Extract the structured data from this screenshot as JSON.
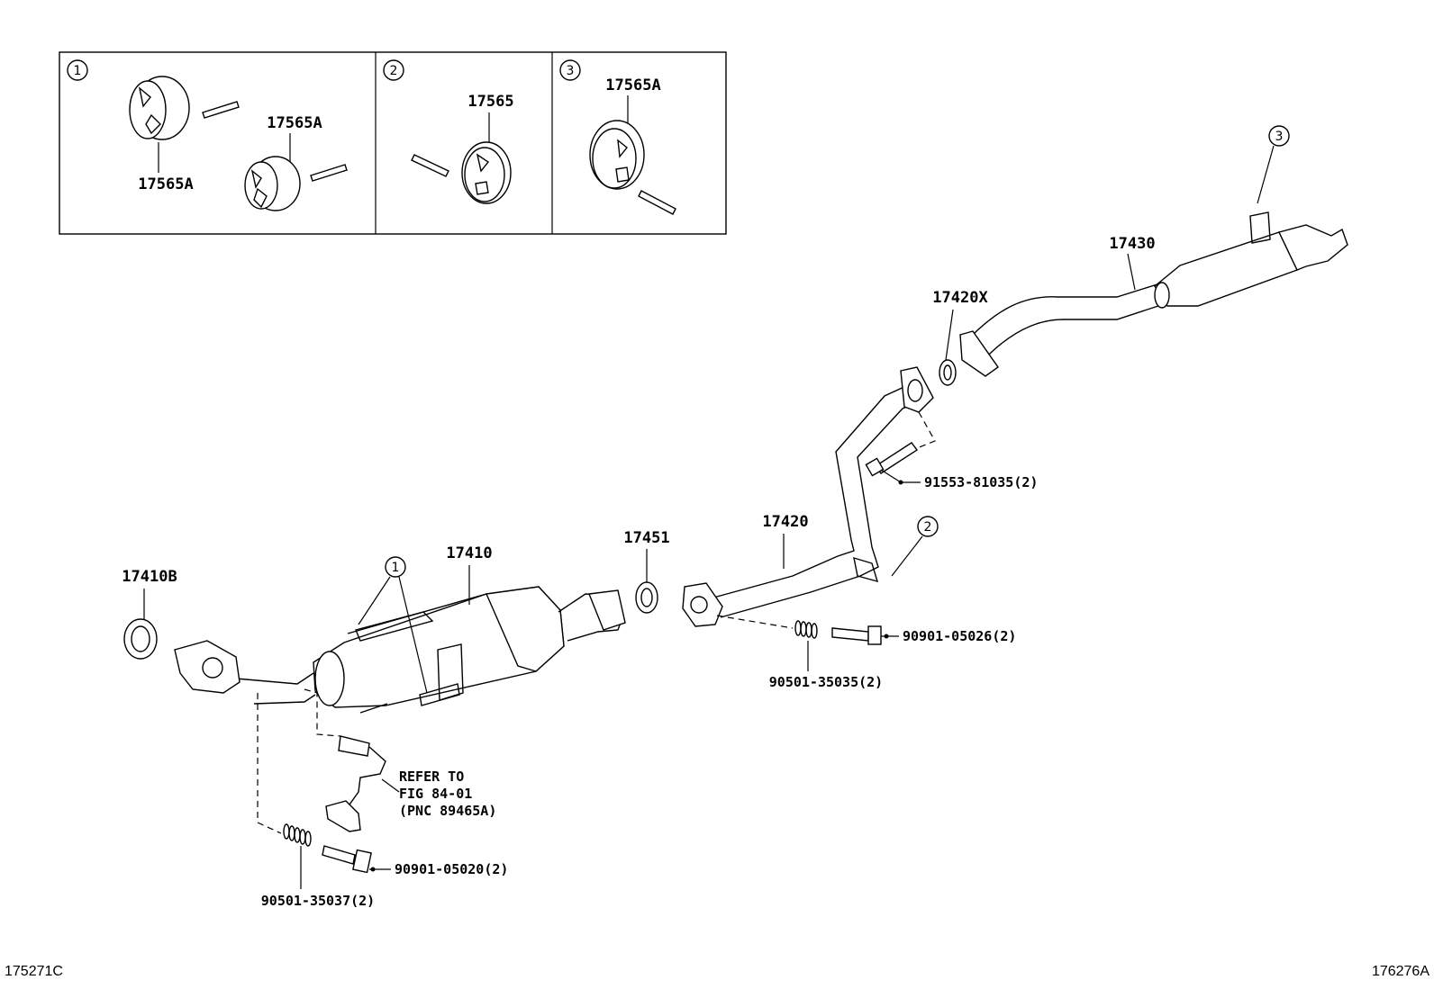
{
  "inset": {
    "panels": [
      {
        "marker": "1",
        "labels": [
          "17565A",
          "17565A"
        ]
      },
      {
        "marker": "2",
        "labels": [
          "17565"
        ]
      },
      {
        "marker": "3",
        "labels": [
          "17565A"
        ]
      }
    ]
  },
  "parts": {
    "p17430": "17430",
    "p17420x": "17420X",
    "p91553": "91553-81035(2)",
    "p17420": "17420",
    "p17451": "17451",
    "p17410": "17410",
    "p17410b": "17410B",
    "p90901_26": "90901-05026(2)",
    "p90501_35": "90501-35035(2)",
    "p90901_20": "90901-05020(2)",
    "p90501_37": "90501-35037(2)"
  },
  "markers": {
    "m1": "1",
    "m2": "2",
    "m3": "3"
  },
  "note": {
    "line1": "REFER TO",
    "line2": "FIG 84-01",
    "line3": "(PNC 89465A)"
  },
  "footer": {
    "left": "175271C",
    "right": "176276A"
  }
}
